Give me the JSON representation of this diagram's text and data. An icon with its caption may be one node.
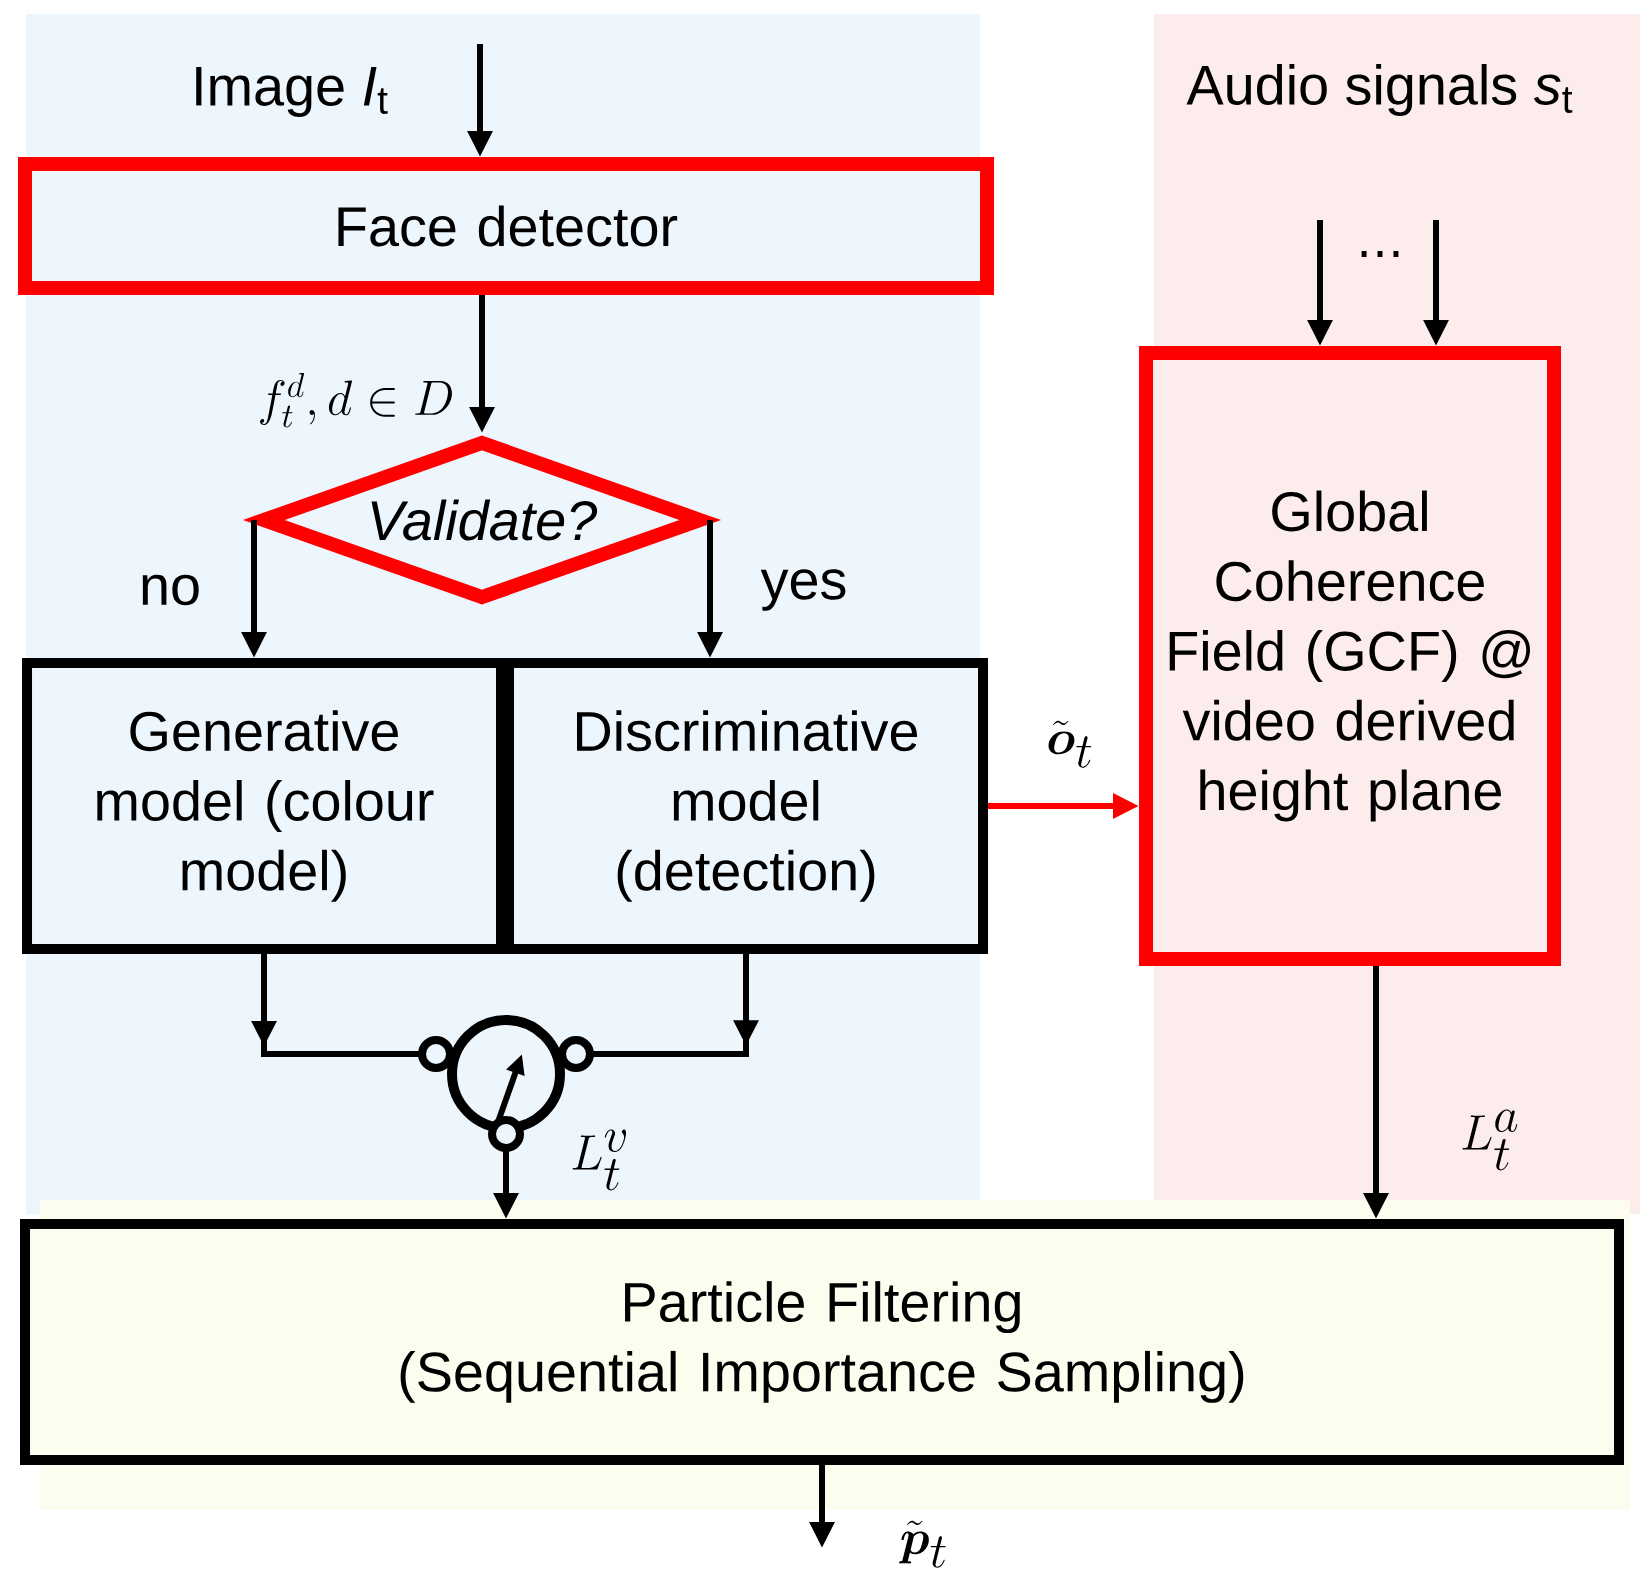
{
  "diagram": {
    "nodes": [
      {
        "text": [
          "Face detector"
        ]
      },
      {
        "text": [
          "Validate?"
        ]
      },
      {
        "text": [
          "Generative model (colour model)"
        ]
      },
      {
        "text": [
          "Discriminative model (detection)"
        ]
      },
      {
        "text": [
          "Global Coherence Field (GCF) @ video derived height plane"
        ]
      },
      {
        "text": [],
        "shape": "circle"
      },
      {
        "text": [
          "Particle Filtering",
          "(Sequential Importance Sampling)"
        ]
      }
    ],
    "edges": [
      {
        "from": null,
        "to": 0,
        "arrow": "to",
        "label": "Image *I*$_{t}$"
      },
      {
        "from": 0,
        "to": 1,
        "arrow": "to",
        "label": "f_t^d, d \\in D"
      },
      {
        "from": 1,
        "to": 2,
        "arrow": "to",
        "label": "no"
      },
      {
        "from": 1,
        "to": 3,
        "arrow": "to",
        "label": "yes"
      },
      {
        "from": 2,
        "to": 5,
        "arrow": "to"
      },
      {
        "from": 3,
        "to": 5,
        "arrow": "to"
      },
      {
        "from": 3,
        "to": 4,
        "arrow": "to",
        "label": "\\tilde{\\boldsymbol{o}}_t",
        "color": "#ff0000"
      },
      {
        "from": 5,
        "to": 6,
        "arrow": "to",
        "label": "L_t^v"
      },
      {
        "from": 4,
        "to": 6,
        "arrow": "to",
        "label": "L_t^a"
      },
      {
        "from": null,
        "to": 4,
        "arrow": "to"
      },
      {
        "from": null,
        "to": 4,
        "arrow": "to"
      },
      {
        "from": 6,
        "to": null,
        "arrow": "to",
        "label": "\\tilde{\\boldsymbol{p}}_t"
      }
    ],
    "labels": [
      "Audio signals *s*$_{t}$",
      "⋯"
    ]
  }
}
